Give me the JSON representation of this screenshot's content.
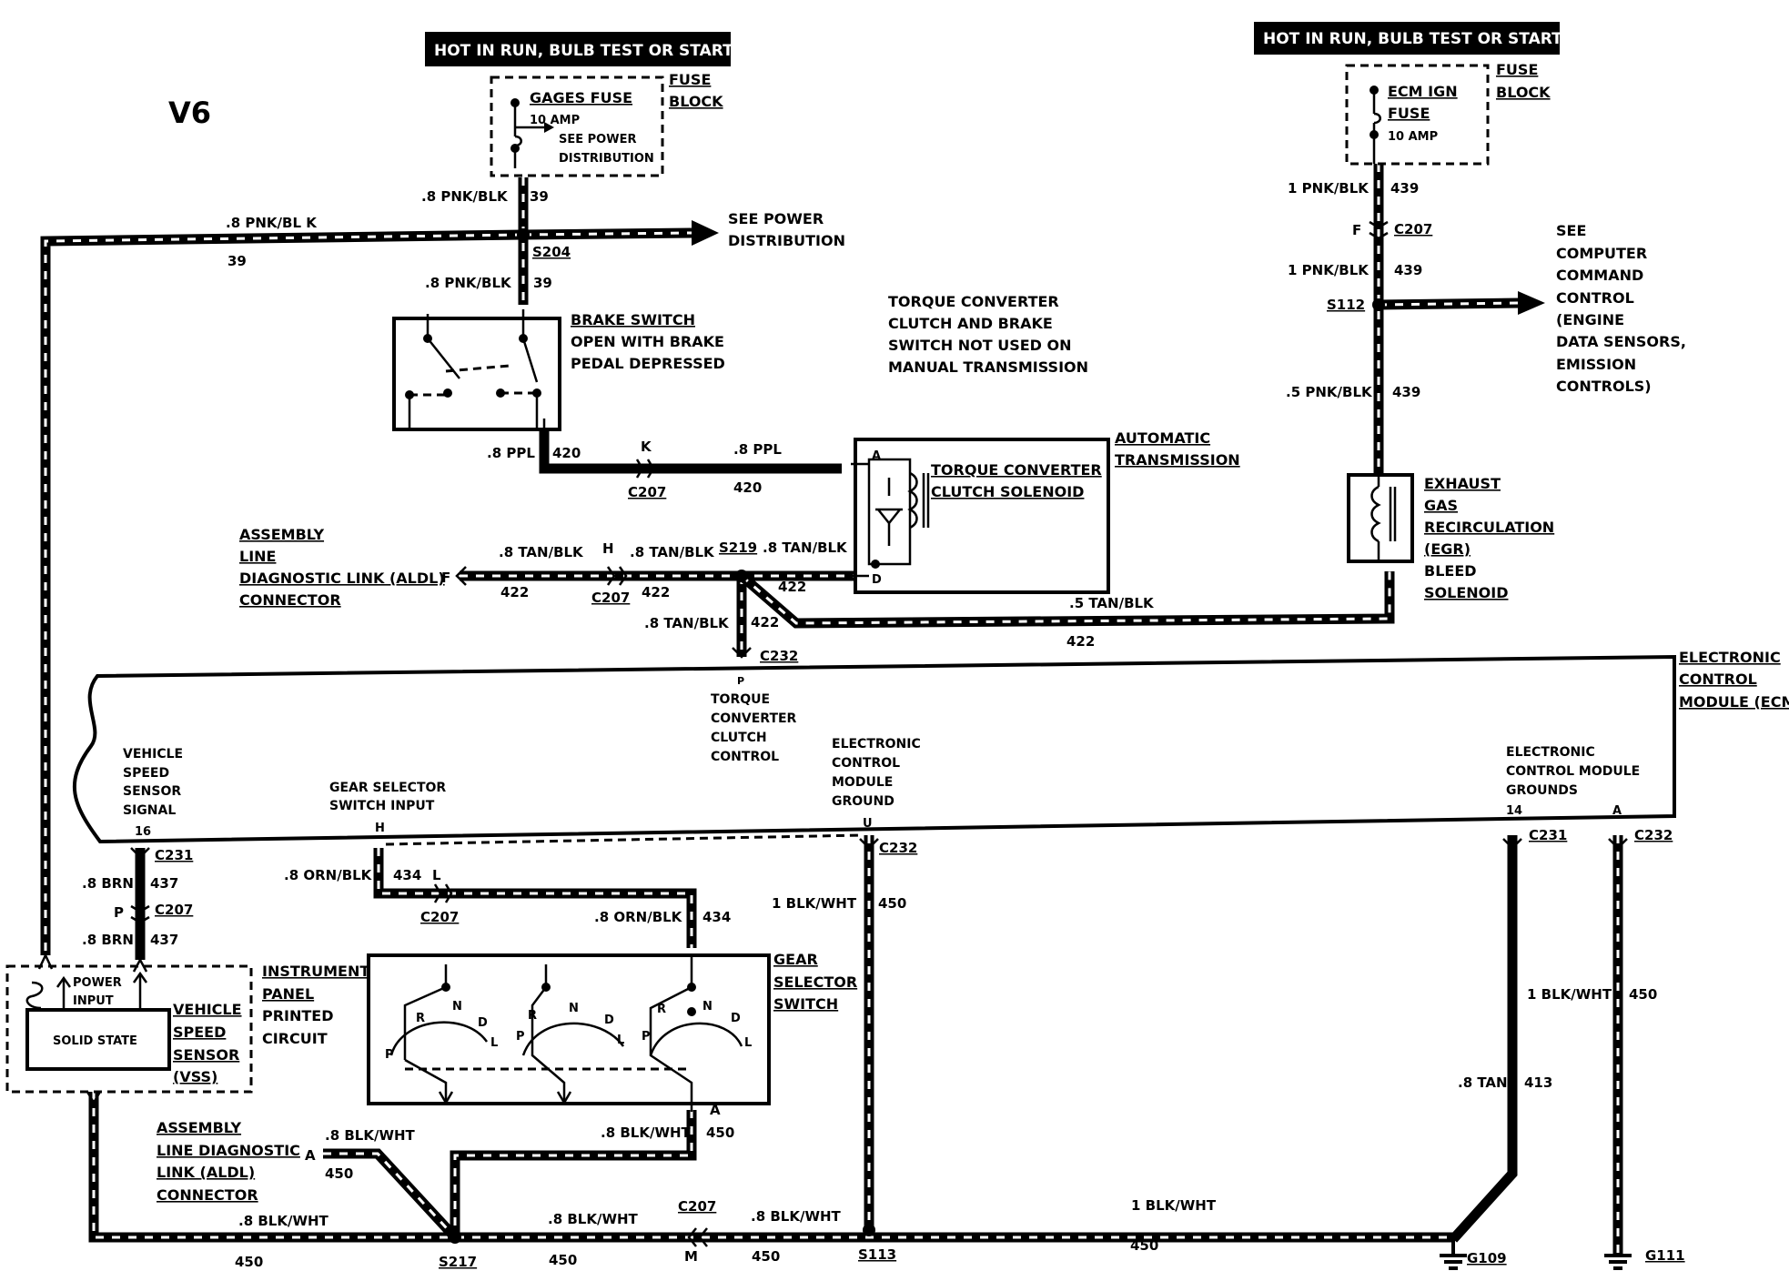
{
  "engine": "V6",
  "hot_label": "HOT IN RUN,   BULB TEST OR START",
  "fuse_block": [
    "FUSE",
    "BLOCK"
  ],
  "gages_fuse": {
    "name": "GAGES FUSE",
    "amp": "10 AMP",
    "see": [
      "SEE POWER",
      "DISTRIBUTION"
    ]
  },
  "ecm_fuse": {
    "name": [
      "ECM IGN",
      "FUSE"
    ],
    "amp": "10 AMP"
  },
  "see_power": [
    "SEE POWER",
    "DISTRIBUTION"
  ],
  "see_ccc": [
    "SEE",
    "COMPUTER",
    "COMMAND",
    "CONTROL",
    "(ENGINE",
    "DATA SENSORS,",
    "EMISSION",
    "CONTROLS)"
  ],
  "brake_switch": [
    "BRAKE SWITCH",
    "OPEN WITH BRAKE",
    "PEDAL DEPRESSED"
  ],
  "tcc_note": [
    "TORQUE CONVERTER",
    "CLUTCH AND BRAKE",
    "SWITCH NOT USED ON",
    "MANUAL TRANSMISSION"
  ],
  "tcc_solenoid": [
    "TORQUE CONVERTER",
    "CLUTCH SOLENOID"
  ],
  "auto_trans": [
    "AUTOMATIC",
    "TRANSMISSION"
  ],
  "egr": [
    "EXHAUST",
    "GAS",
    "RECIRCULATION",
    "(EGR)",
    "BLEED",
    "SOLENOID"
  ],
  "aldl_top": [
    "ASSEMBLY",
    "LINE",
    "DIAGNOSTIC LINK (ALDL)",
    "CONNECTOR"
  ],
  "aldl_bottom": [
    "ASSEMBLY",
    "LINE DIAGNOSTIC",
    "LINK (ALDL)",
    "CONNECTOR"
  ],
  "ecm": [
    "ELECTRONIC",
    "CONTROL",
    "MODULE (ECM)"
  ],
  "ecm_tcc": [
    "TORQUE",
    "CONVERTER",
    "CLUTCH",
    "CONTROL"
  ],
  "ecm_vss": [
    "VEHICLE",
    "SPEED",
    "SENSOR",
    "SIGNAL"
  ],
  "ecm_gear": [
    "GEAR SELECTOR",
    "SWITCH INPUT"
  ],
  "ecm_gnd": [
    "ELECTRONIC",
    "CONTROL",
    "MODULE",
    "GROUND"
  ],
  "ecm_gnds": [
    "ELECTRONIC",
    "CONTROL MODULE",
    "GROUNDS"
  ],
  "vss": {
    "power": [
      "POWER",
      "INPUT"
    ],
    "solid": "SOLID STATE",
    "name": [
      "VEHICLE",
      "SPEED",
      "SENSOR",
      "(VSS)"
    ]
  },
  "ipc": [
    "INSTRUMENT",
    "PANEL",
    "PRINTED",
    "CIRCUIT"
  ],
  "gear_switch": [
    "GEAR",
    "SELECTOR",
    "SWITCH"
  ],
  "prndl": [
    "P",
    "R",
    "N",
    "D",
    "L"
  ],
  "wires": {
    "w8_pnk_blk": ".8 PNK/BLK",
    "w8_pnk_blk_sp": ".8 PNK/BL K",
    "w1_pnk_blk": "1 PNK/BLK",
    "w5_pnk_blk": ".5 PNK/BLK",
    "w8_ppl": ".8 PPL",
    "w8_tan_blk": ".8 TAN/BLK",
    "w5_tan_blk": ".5 TAN/BLK",
    "w8_brn": ".8 BRN",
    "w8_orn_blk": ".8 ORN/BLK",
    "w1_blk_wht": "1 BLK/WHT",
    "w8_blk_wht": ".8 BLK/WHT",
    "w8_tan": ".8 TAN"
  },
  "circuits": {
    "c39": "39",
    "c439": "439",
    "c420": "420",
    "c422": "422",
    "c437": "437",
    "c434": "434",
    "c450": "450",
    "c413": "413"
  },
  "connectors": {
    "s204": "S204",
    "s112": "S112",
    "s219": "S219",
    "s217": "S217",
    "s113": "S113",
    "c207": "C207",
    "c232": "C232",
    "c231": "C231",
    "g109": "G109",
    "g111": "G111"
  },
  "pins": {
    "f": "F",
    "k": "K",
    "h": "H",
    "p": "P",
    "l": "L",
    "a": "A",
    "m": "M",
    "u": "U",
    "n16": "16",
    "n14": "14",
    "hh": "H",
    "pd": "D"
  }
}
